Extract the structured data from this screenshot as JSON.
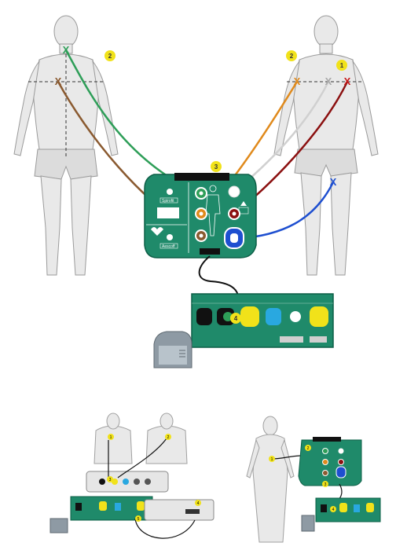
{
  "markers": {
    "marker_1": "1",
    "marker_2_back": "2",
    "marker_2_front": "2",
    "marker_3": "3",
    "marker_4": "4",
    "thumb_a_1": "1",
    "thumb_a_2": "2",
    "thumb_a_3": "3",
    "thumb_a_4": "4",
    "thumb_a_5": "5",
    "thumb_b_1": "1",
    "thumb_b_2": "2",
    "thumb_b_3": "3",
    "thumb_b_4": "4"
  },
  "labels": {
    "junction_label_1": "Spirofit",
    "junction_label_2": "Aescoff",
    "cross_mark": "X"
  },
  "colors": {
    "panel_green": "#1f8a6a",
    "panel_border": "#0d5f47",
    "lead_green": "#2e9e58",
    "lead_brown": "#8a5a30",
    "lead_orange": "#e08a1c",
    "lead_gray": "#c8c8c8",
    "lead_red": "#8b1010",
    "lead_blue": "#1e4fd0",
    "marker_yellow": "#f1e21a",
    "body_fill": "#e9e9e9",
    "body_stroke": "#9a9a9a"
  },
  "icons": {
    "mannequin_back": "human-figure-back",
    "mannequin_front": "human-figure-front",
    "junction_box": "electrode-junction-box",
    "amplifier": "amplifier-unit",
    "device": "recording-device"
  }
}
